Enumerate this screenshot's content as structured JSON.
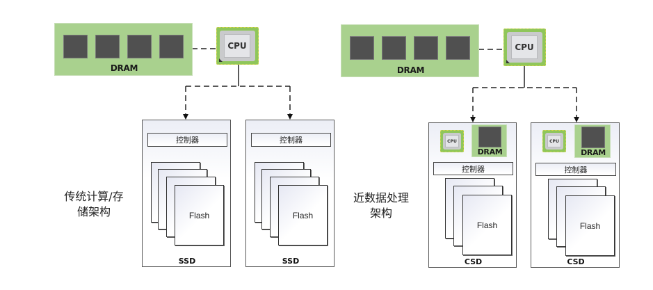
{
  "left": {
    "caption_line1": "传统计算/存",
    "caption_line2": "储架构",
    "dram_label": "DRAM",
    "cpu_label": "CPU",
    "devices": [
      {
        "controller": "控制器",
        "flash": "Flash",
        "label": "SSD"
      },
      {
        "controller": "控制器",
        "flash": "Flash",
        "label": "SSD"
      }
    ]
  },
  "right": {
    "caption_line1": "近数据处理",
    "caption_line2": "架构",
    "dram_label": "DRAM",
    "cpu_label": "CPU",
    "devices": [
      {
        "cpu": "CPU",
        "dram": "DRAM",
        "controller": "控制器",
        "flash": "Flash",
        "label": "CSD"
      },
      {
        "cpu": "CPU",
        "dram": "DRAM",
        "controller": "控制器",
        "flash": "Flash",
        "label": "CSD"
      }
    ]
  },
  "colors": {
    "dram_green": "#a9d18e",
    "chip_gray": "#505050",
    "cpu_green": "#8fc65a"
  }
}
